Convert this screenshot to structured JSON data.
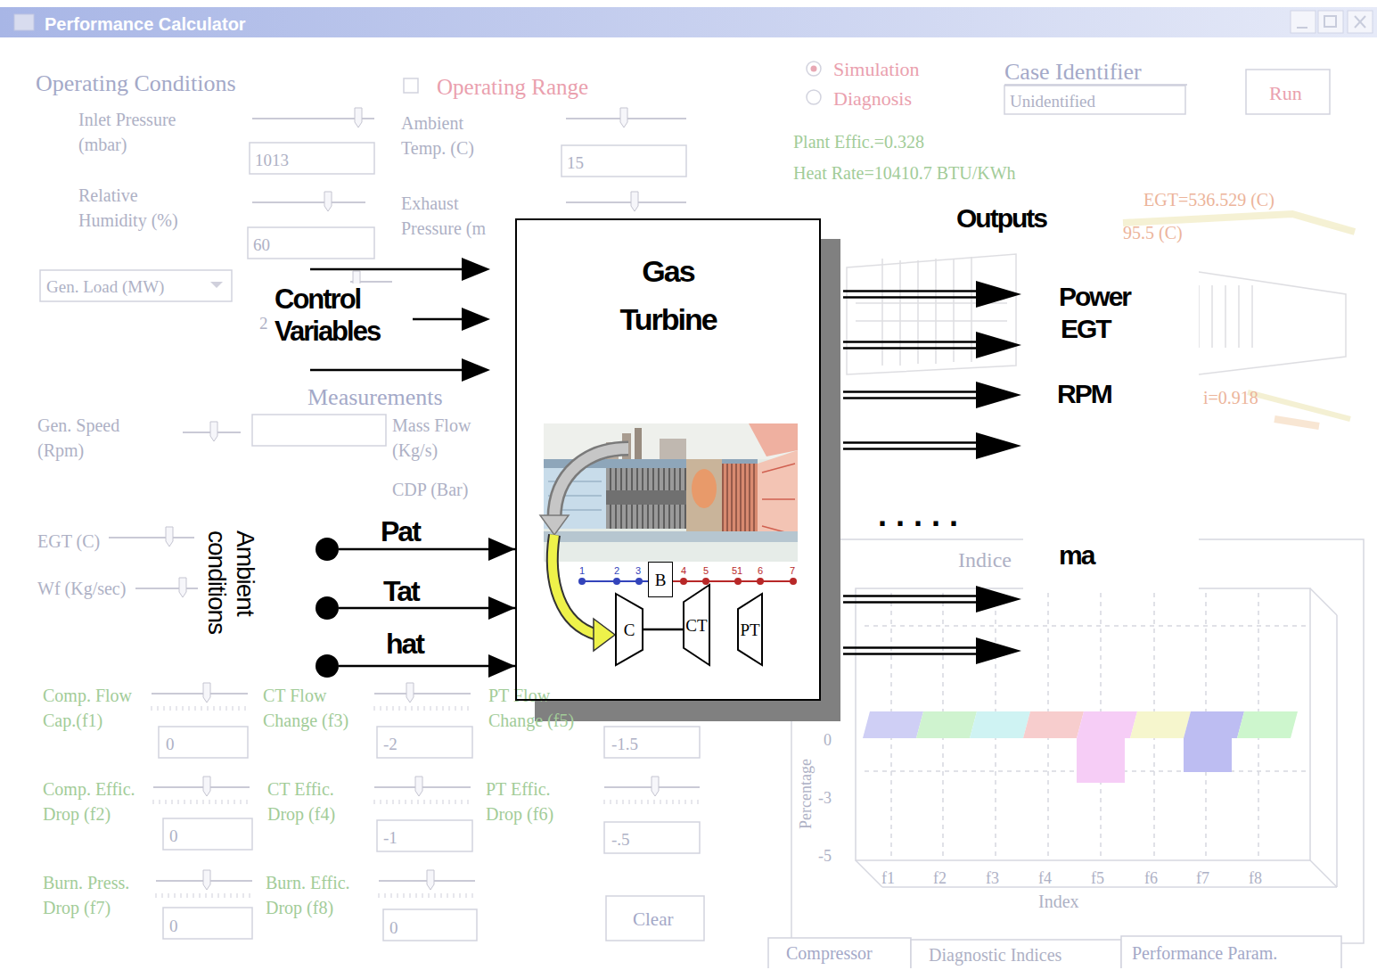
{
  "diagram": {
    "nodes": [
      {
        "text": [
          "Gas Turbine"
        ]
      },
      {
        "text": [
          "Pat"
        ]
      },
      {
        "text": [
          "Tat"
        ]
      },
      {
        "text": [
          "hat"
        ]
      },
      {
        "text": [
          "B"
        ],
        "in": 0
      },
      {
        "text": [
          "C"
        ],
        "in": 0
      },
      {
        "text": [
          "CT"
        ],
        "in": 0
      },
      {
        "text": [
          "PT"
        ],
        "in": 0
      }
    ],
    "edges": [
      {
        "from": 1,
        "to": 0,
        "arrow": "to"
      },
      {
        "from": 2,
        "to": 0,
        "arrow": "to"
      },
      {
        "from": 3,
        "to": 0,
        "arrow": "to"
      },
      {
        "from": 5,
        "to": 6,
        "arrow": "none"
      }
    ],
    "labels": [
      "Performance Calculator",
      "Operating Conditions",
      "Operating Range",
      "Simulation",
      "Diagnosis",
      "Case Identifier",
      "Unidentified",
      "Run",
      "Inlet Pressure (mbar)",
      "1013",
      "Ambient Temp. (C)",
      "15",
      "Relative Humidity (%)",
      "60",
      "Exhaust Pressure (m",
      "Gen. Load (MW)",
      "2",
      "Plant Effic.=0.328",
      "Heat Rate=10410.7 BTU/KWh",
      "EGT=536.529 (C)",
      "95.5 (C)",
      "i=0.918",
      "Measurements",
      "Gen. Speed (Rpm)",
      "Mass Flow (Kg/s)",
      "CDP (Bar)",
      "EGT (C)",
      "Wf (Kg/sec)",
      "Comp. Flow Cap.(f1)",
      "0",
      "CT Flow Change (f3)",
      "-2",
      "PT Flow Change (f5)",
      "-1.5",
      "Comp. Effic. Drop (f2)",
      "0",
      "CT Effic. Drop (f4)",
      "-1",
      "PT Effic. Drop (f6)",
      "-.5",
      "Burn. Press. Drop (f7)",
      "0",
      "Burn. Effic. Drop (f8)",
      "0",
      "Clear",
      "Indice",
      "Percentage",
      "0",
      "-3",
      "-5",
      "f1",
      "f2",
      "f3",
      "f4",
      "f5",
      "f6",
      "f7",
      "f8",
      "Index",
      "Compressor",
      "Diagnostic Indices",
      "Performance Param.",
      "Control Variables",
      "Ambient conditions",
      "Outputs",
      "Power",
      "EGT",
      "RPM",
      ".....",
      "ma",
      "1",
      "2",
      "3",
      "4",
      "5",
      "51",
      "6",
      "7"
    ]
  }
}
